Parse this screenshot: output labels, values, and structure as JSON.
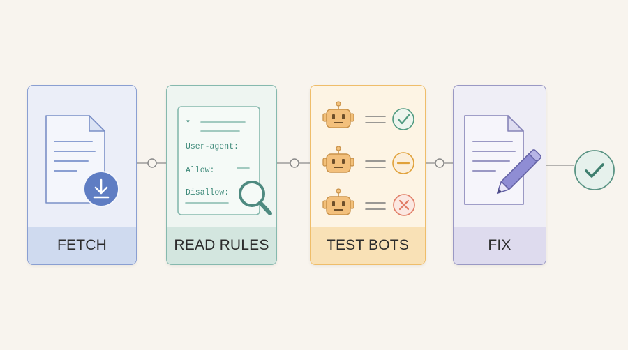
{
  "steps": [
    {
      "id": "fetch",
      "label": "FETCH",
      "icon": "document-download-icon",
      "color": "#8a9fd2"
    },
    {
      "id": "read",
      "label": "READ RULES",
      "icon": "robots-file-magnifier-icon",
      "color": "#86b9ae",
      "lines": {
        "wildcard": "*",
        "user_agent": "User-agent:",
        "allow": "Allow:",
        "disallow": "Disallow:"
      }
    },
    {
      "id": "test",
      "label": "TEST BOTS",
      "icon": "robot-icon",
      "color": "#efbd6a",
      "bots": [
        {
          "status": "allowed",
          "status_icon": "check-circle-icon",
          "color": "#4f9a80"
        },
        {
          "status": "partial",
          "status_icon": "minus-circle-icon",
          "color": "#e0a13a"
        },
        {
          "status": "blocked",
          "status_icon": "x-circle-icon",
          "color": "#e07a63"
        }
      ]
    },
    {
      "id": "fix",
      "label": "FIX",
      "icon": "document-pencil-icon",
      "color": "#9a98c4"
    }
  ],
  "final": {
    "icon": "check-circle-icon",
    "color": "#4f8f7f"
  }
}
